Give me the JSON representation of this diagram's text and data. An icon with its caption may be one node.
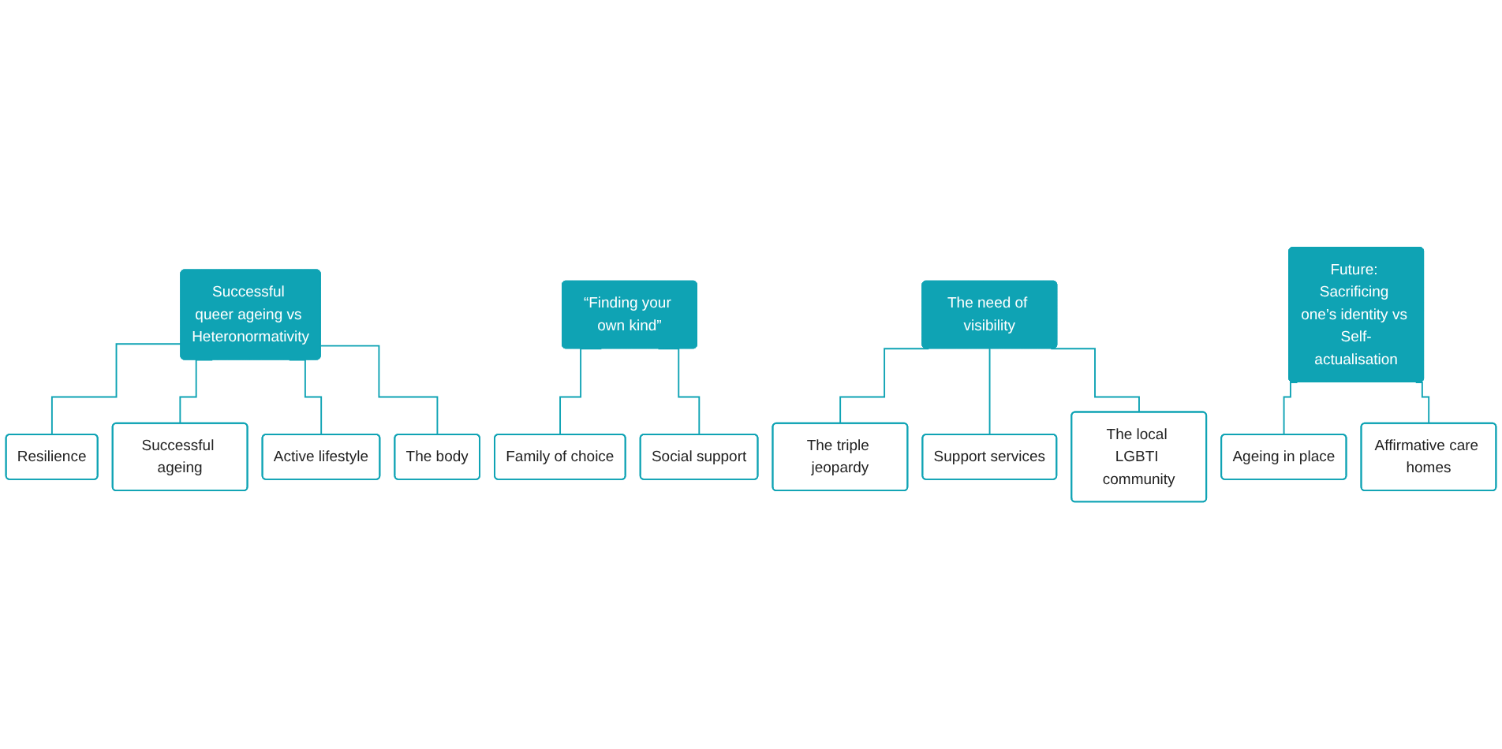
{
  "diagram": {
    "nodes": [
      {
        "text": [
          "Successful queer ageing vs Heteronormativity"
        ]
      },
      {
        "text": [
          "Resilience"
        ]
      },
      {
        "text": [
          "Successful ageing"
        ]
      },
      {
        "text": [
          "Active lifestyle"
        ]
      },
      {
        "text": [
          "The body"
        ]
      },
      {
        "text": [
          "“Finding your own kind”"
        ]
      },
      {
        "text": [
          "Family of choice"
        ]
      },
      {
        "text": [
          "Social support"
        ]
      },
      {
        "text": [
          "The need of visibility"
        ]
      },
      {
        "text": [
          "The triple jeopardy"
        ]
      },
      {
        "text": [
          "Support services"
        ]
      },
      {
        "text": [
          "The local LGBTI community"
        ]
      },
      {
        "text": [
          "Future: Sacrificing one’s identity vs Self-actualisation"
        ]
      },
      {
        "text": [
          "Ageing in place"
        ]
      },
      {
        "text": [
          "Affirmative care homes"
        ]
      }
    ],
    "edges": [
      {
        "from": 0,
        "to": 1,
        "arrow": "none"
      },
      {
        "from": 0,
        "to": 2,
        "arrow": "none"
      },
      {
        "from": 0,
        "to": 3,
        "arrow": "none"
      },
      {
        "from": 0,
        "to": 4,
        "arrow": "none"
      },
      {
        "from": 5,
        "to": 6,
        "arrow": "none"
      },
      {
        "from": 5,
        "to": 7,
        "arrow": "none"
      },
      {
        "from": 8,
        "to": 9,
        "arrow": "none"
      },
      {
        "from": 8,
        "to": 10,
        "arrow": "none"
      },
      {
        "from": 8,
        "to": 11,
        "arrow": "none"
      },
      {
        "from": 12,
        "to": 13,
        "arrow": "none"
      },
      {
        "from": 12,
        "to": 14,
        "arrow": "none"
      }
    ]
  }
}
